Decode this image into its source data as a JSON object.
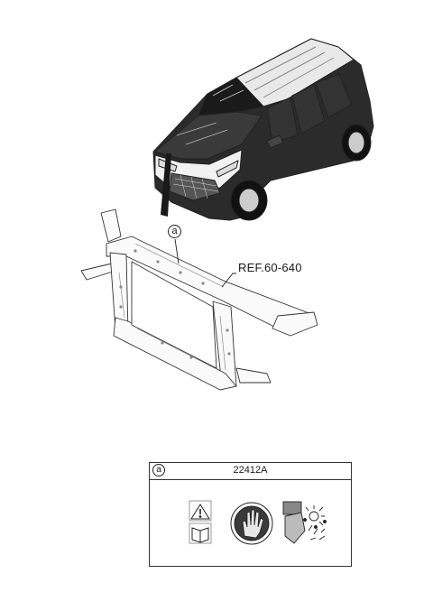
{
  "diagram": {
    "reference": "REF.60-640",
    "callout_marker": "a"
  },
  "label_box": {
    "marker": "a",
    "part_number": "22412A",
    "icons": [
      "warning-triangle-icon",
      "manual-book-icon",
      "no-hand-icon",
      "fan-hazard-icon"
    ]
  }
}
